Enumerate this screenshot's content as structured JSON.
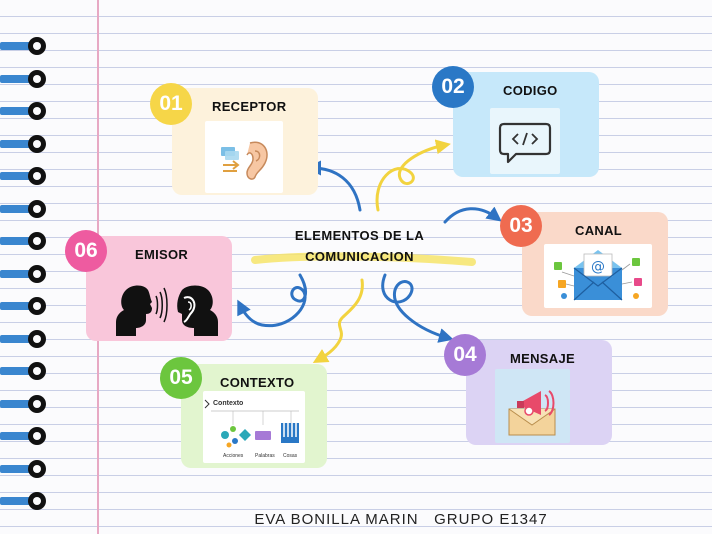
{
  "center_title": {
    "line1": "ELEMENTOS DE LA",
    "line2": "COMUNICACION"
  },
  "nodes": [
    {
      "number": "01",
      "title": "RECEPTOR",
      "bg": "#fdf2dc",
      "badge": "#f6d648",
      "icon": "ear-icon"
    },
    {
      "number": "02",
      "title": "CODIGO",
      "bg": "#c6e8fa",
      "badge": "#2a78c6",
      "icon": "code-icon"
    },
    {
      "number": "03",
      "title": "CANAL",
      "bg": "#fad9c9",
      "badge": "#ef6b50",
      "icon": "email-icon"
    },
    {
      "number": "04",
      "title": "MENSAJE",
      "bg": "#dcd3f4",
      "badge": "#a67ad6",
      "icon": "megaphone-envelope-icon"
    },
    {
      "number": "05",
      "title": "CONTEXTO",
      "bg": "#e2f5cf",
      "badge": "#6cc63e",
      "icon": "context-diagram-icon",
      "diagram": {
        "heading": "Contexto",
        "labels": [
          "Acciones",
          "Palabras",
          "Cosas"
        ]
      }
    },
    {
      "number": "06",
      "title": "EMISOR",
      "bg": "#f9c6da",
      "badge": "#ee5ba0",
      "icon": "speaking-heads-icon"
    }
  ],
  "author": {
    "name": "EVA BONILLA MARIN",
    "group": "GRUPO E1347"
  },
  "colors": {
    "arrow_blue": "#2f73c3",
    "arrow_yellow": "#f2d33f",
    "ring_blue": "#3a86cf"
  }
}
